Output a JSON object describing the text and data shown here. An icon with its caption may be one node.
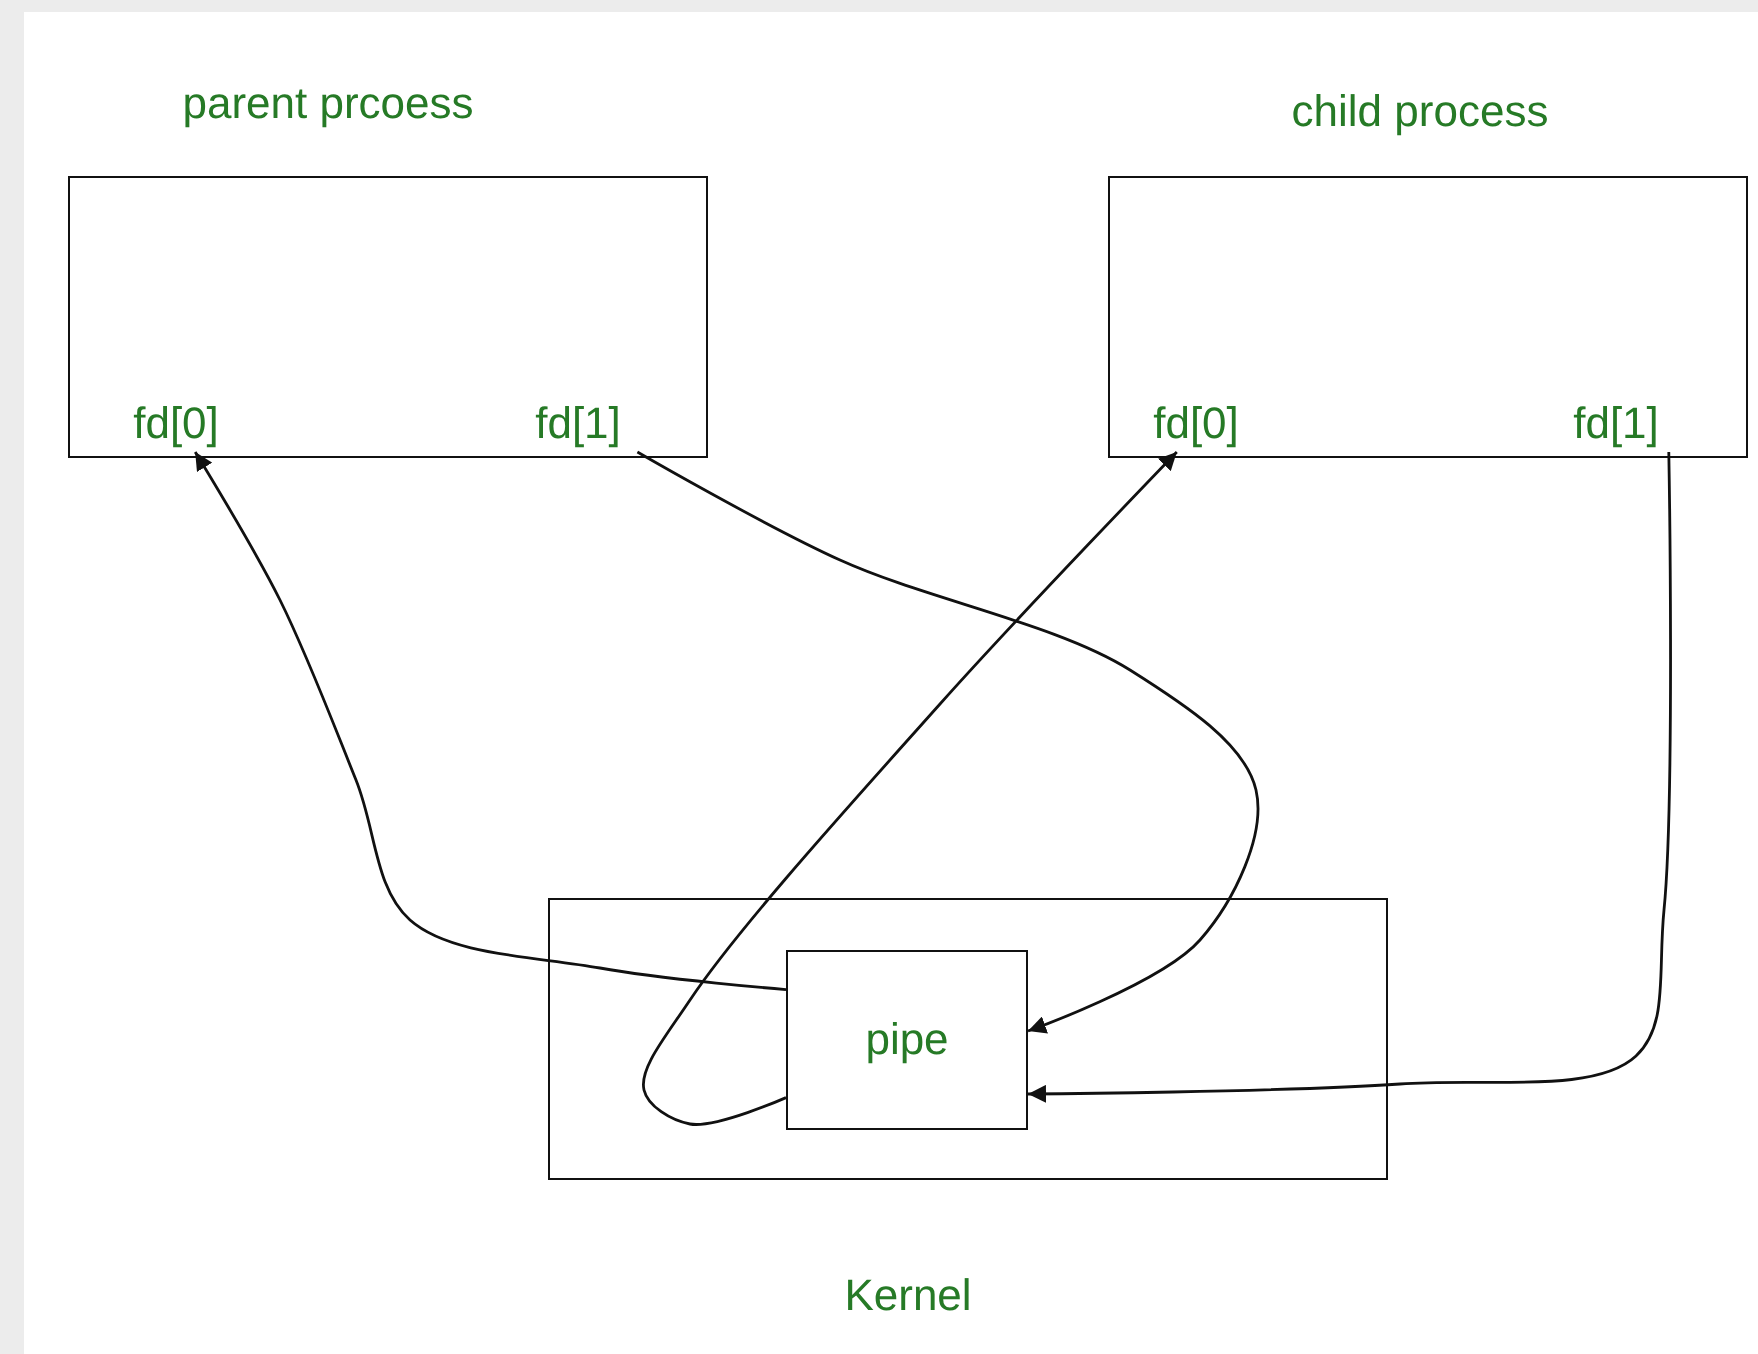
{
  "diagram": {
    "nodes": [
      {
        "text": [
          "parent prcoess"
        ]
      },
      {
        "text": [
          "fd[0]"
        ],
        "in": 0
      },
      {
        "text": [
          "fd[1]"
        ],
        "in": 0
      },
      {
        "text": [
          "child process"
        ]
      },
      {
        "text": [
          "fd[0]"
        ],
        "in": 3
      },
      {
        "text": [
          "fd[1]"
        ],
        "in": 3
      },
      {
        "text": [
          "Kernel"
        ]
      },
      {
        "text": [
          "pipe"
        ],
        "in": 6
      }
    ],
    "edges": [
      {
        "from": 7,
        "to": 1,
        "arrow": "to"
      },
      {
        "from": 2,
        "to": 7,
        "arrow": "to"
      },
      {
        "from": 7,
        "to": 4,
        "arrow": "to"
      },
      {
        "from": 5,
        "to": 7,
        "arrow": "to"
      }
    ]
  }
}
